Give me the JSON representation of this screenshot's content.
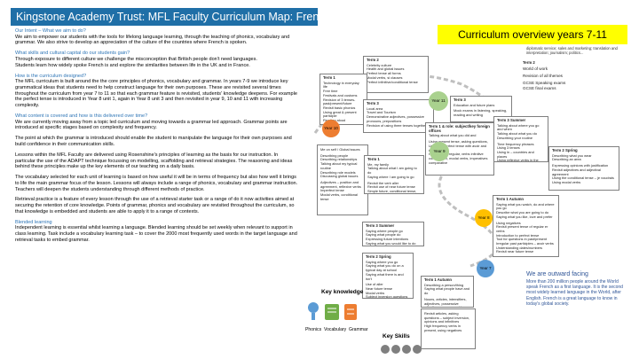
{
  "header": {
    "title": "Kingstone Academy Trust: MFL Faculty Curriculum Map: French",
    "overview_label": "Curriculum overview years 7-11"
  },
  "sections": [
    {
      "heading": "Our Intent – What we aim to do?",
      "paragraphs": [
        "We aim to empower our students with the tools for lifelong language learning, through the teaching of phonics, vocabulary and grammar. We also strive to develop an appreciation of the culture of the countries where French is spoken."
      ]
    },
    {
      "heading": "What skills and cultural capital do our students gain?",
      "paragraphs": [
        "Through exposure to different culture we challenge the misconception that British people don't need languages.",
        "Students learn how widely spoke French is and explore the similarities between life in the UK and in France."
      ]
    },
    {
      "heading": "How is the curriculum designed?",
      "paragraphs": [
        "The MFL curriculum is built around the the core principles of phonics, vocabulary and grammar. In years 7-9 we introduce key grammatical ideas that students need to help construct language for their own purposes. These are revisited several times throughout the curriculum from year 7 to 11 so that each grammar feature is revisited, students' knowledge deepens. For example the perfect tense is introduced in Year 8 unit 1, again in Year 8 unit 3 and then revisited in year 9, 10 and 11 with increasing complexity."
      ]
    },
    {
      "heading": "What content is covered and how is this delivered over time?",
      "paragraphs": [
        "We are currently moving away from a topic led curriculum and moving towards a grammar led approach. Grammar points are introduced at specific stages based on complexity and frequency.",
        "The point at which the grammar is introduced should enable the student to manipulate the language for their own purposes and build confidence in their communication skills.",
        "Lessons within the MFL Faculty are delivered using Rosenshine's principles of learning as the basis for our instruction. In particular the use of the ADAPT technique focussing on modelling, scaffolding and retrieval strategies. The reasoning and ideas behind these principles make up the key elements of our teaching on a daily basis.",
        "The vocabulary selected for each unit of learning is based on how useful it will be in terms of frequency but also how well it brings to life the main grammar focus of the lesson. Lessons will always include a range of phonics, vocabulary and grammar instruction. Teachers will deepen the students understanding through different methods of practice.",
        "Retrieval practice is a feature of every lesson through the use of a retrieval starter task or a range of do it now activities aimed at securing the retention of core knowledge. Points of grammar, phonics and vocabulary are revisited throughout the curriculum, so that knowledge is embedded and students are able to apply it to a range of contexts."
      ]
    },
    {
      "heading": "Blended learning",
      "paragraphs": [
        "Independent learning is essential whilst learning a language. Blended learning should be set weekly when relevant to support in class learning. Task include a vocabulary learning task – to cover the 2000 most frequently used words in the target language and retrieval tasks to embed grammar."
      ]
    }
  ],
  "map": {
    "year11": "Year 11",
    "year10": "Year 10",
    "year9": "Year 9",
    "year8": "Year 8",
    "year7": "Year 7",
    "key_knowledge": "Key knowledge",
    "key_skills": "Key Skills",
    "kn_labels": [
      "Phonics",
      "Vocabulary",
      "Grammar"
    ],
    "y11_term1": {
      "title": "Term 1",
      "lines": [
        "Technology in everyday life",
        "Free time",
        "Festivals and customs",
        "Revision of 3 tenses- past/present/future",
        "Revisit basic phonics",
        "Using great & present participle",
        "Reading aloud"
      ]
    },
    "y11_term2": {
      "title": "Term 2",
      "lines": [
        "Celebrity culture",
        "Health and global issues",
        "Perfect tense all forms",
        "Modal verbs, si clauses",
        "Perfect infinitive/conditional tense"
      ]
    },
    "y11_term3": {
      "title": "Term 3",
      "lines": [
        "Local area",
        "Travel and Tourism",
        "Demonstrative adjectives, possessive pronouns, prepositions",
        "Revision of using three tenses together"
      ]
    },
    "y11_right": {
      "title": "Term 3",
      "lines": [
        "Education and future plans",
        "",
        "Mock exams in listening, speaking, reading and writing"
      ]
    },
    "y10_term2": {
      "title": "Term 2",
      "lines": [
        "World of work",
        "",
        "Revision of all themes",
        "",
        "GCSE Speaking exams",
        "GCSE final exams"
      ]
    },
    "y9_term1": {
      "title": "Term 1 & role: subject/key foreign offices",
      "lines": [
        "Talking about what you did and",
        "",
        "Using present tense, asking questions,",
        "Using the perfect tense with avoir and être,",
        "regular and irregular, verbs infinitive",
        "construction, modal verbs, imperatives",
        "comparative"
      ]
    },
    "y9_summer": {
      "title": "Term 3 Summer",
      "lines": [
        "Talking about where you go and when",
        "Talking about what you do",
        "Describing your routine",
        "",
        "Time frequency phrases",
        "Using 3 tenses",
        "Using in – countries and places",
        "Using reflexive verbs in the present tense"
      ]
    },
    "y9_spring": {
      "title": "Term 2 Spring",
      "lines": [
        "Describing what you wear",
        "Describing an area",
        "",
        "Expressing opinions with justification",
        "Revisit adjectives and adjectival agreement",
        "Using the conditional tense – je voudrais",
        "Using modal verbs"
      ]
    },
    "y8_term1": {
      "title": "Term 1",
      "lines": [
        "Me, my family",
        "Talking about what I am going to do",
        "Saying where I am going to go",
        "",
        "Revisit the verb aller",
        "Revisit use of near future tense",
        "Simple future, conditional tense, time expressions"
      ]
    },
    "y8_autumn": {
      "title": "Term 1 Autumn",
      "lines": [
        "Saying what you watch, do and where you go",
        "Describe what you are going to do",
        "Saying what you like, love and prefer",
        "",
        "Using negatives",
        "Revisit present tense of regular er verbs",
        "Introduction to perfect tense",
        "Tool for questions in past/present",
        "Irregular past participles – avoir verbs",
        "Understanding dates/numbers",
        "Revisit near future tense"
      ]
    },
    "y8_summer": {
      "title": "Term 3 Summer",
      "lines": [
        "Saying where people go",
        "Saying what people do",
        "Expressing future intentions",
        "Saying what you would like to do"
      ]
    },
    "y7_spring": {
      "title": "Term 2 Spring",
      "lines": [
        "Saying where you go",
        "Saying what you do on a typical day at school",
        "Saying what there is and isn't",
        "",
        "Use of aller",
        "Near future tense",
        "Modal verbs",
        "Subject inversion questions"
      ]
    },
    "y7_autumn": {
      "title": "Term 1 Autumn",
      "lines": [
        "Describing a person/thing",
        "Saying what people have and do",
        "",
        "Nouns, articles, intensifiers, adjectives, possessive adjective nous, present tense avoir and être, regular er verbs"
      ]
    },
    "y7_phonics": {
      "title": "",
      "lines": [
        "Revisit articles, asking questions – subject inversion, opinions and infinitives",
        "High frequency verbs in present, using negatives"
      ]
    },
    "middle_left_box": {
      "title": "",
      "lines": [
        "Me on self / Global issues",
        "",
        "Describing people",
        "Describing relationships",
        "Talking about my typical routine",
        "Describing role models",
        "Discussing global issues",
        "",
        "Adjectives – position and agreement, reflexive verbs",
        "Imperfect tense",
        "Modal verbs, conditional tense"
      ]
    }
  },
  "partial_text": "diplomatic service; sales and marketing; translation and interpretation; journalism; politics...",
  "outward": {
    "heading": "We are outward facing",
    "body": "More than 200 million people around the World speak French as a first language. It is the second most widely learned language in the World, after English. French is a great language to know in today's global society."
  },
  "colors": {
    "title_bg": "#1f6fa7",
    "overview_bg": "#ffff00",
    "circle_y11": "#a9d18e",
    "circle_y10": "#ed7d31",
    "circle_y9": "#a9d18e",
    "circle_y8": "#ffc000",
    "circle_y7": "#5b9bd5",
    "heading": "#2e75b6"
  }
}
